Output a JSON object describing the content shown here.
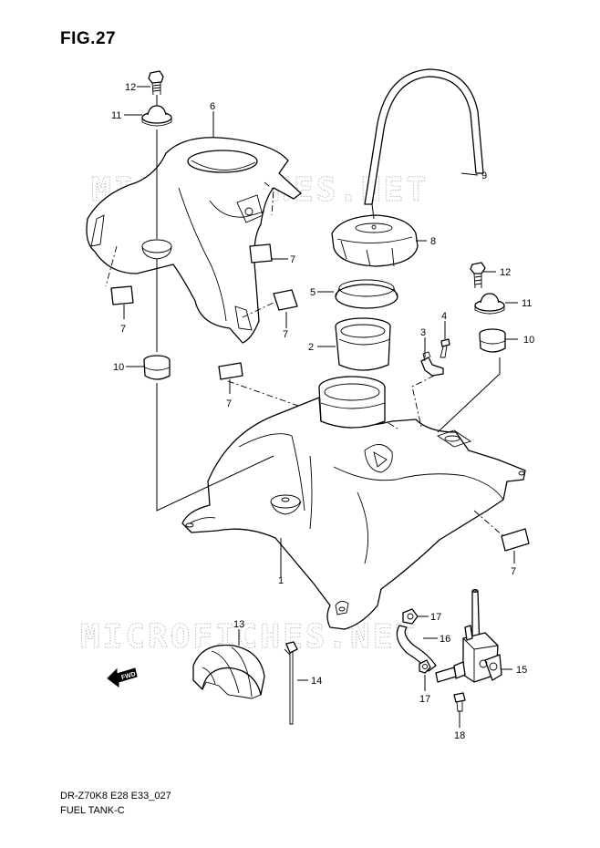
{
  "figure": {
    "title": "FIG.27",
    "model_code": "DR-Z70K8 E28 E33_027",
    "section_name": "FUEL TANK-C"
  },
  "watermark": {
    "text": "MICROFICHES.NET",
    "color": "#bdbdbd"
  },
  "direction_badge": {
    "text": "FWD",
    "icon": "arrow-left-icon"
  },
  "callouts": [
    {
      "id": "1",
      "part": "fuel-tank"
    },
    {
      "id": "2",
      "part": "filler-neck-insert"
    },
    {
      "id": "3",
      "part": "fuel-valve-bracket"
    },
    {
      "id": "4",
      "part": "screw"
    },
    {
      "id": "5",
      "part": "filler-ring"
    },
    {
      "id": "6",
      "part": "tank-cover"
    },
    {
      "id": "7",
      "part": "pad"
    },
    {
      "id": "8",
      "part": "fuel-cap"
    },
    {
      "id": "9",
      "part": "breather-hose"
    },
    {
      "id": "10",
      "part": "cushion"
    },
    {
      "id": "11",
      "part": "washer"
    },
    {
      "id": "12",
      "part": "bolt"
    },
    {
      "id": "13",
      "part": "cushion-pad"
    },
    {
      "id": "14",
      "part": "cable-tie"
    },
    {
      "id": "15",
      "part": "fuel-valve"
    },
    {
      "id": "16",
      "part": "fuel-hose"
    },
    {
      "id": "17",
      "part": "clamp"
    },
    {
      "id": "18",
      "part": "valve-screw"
    }
  ]
}
